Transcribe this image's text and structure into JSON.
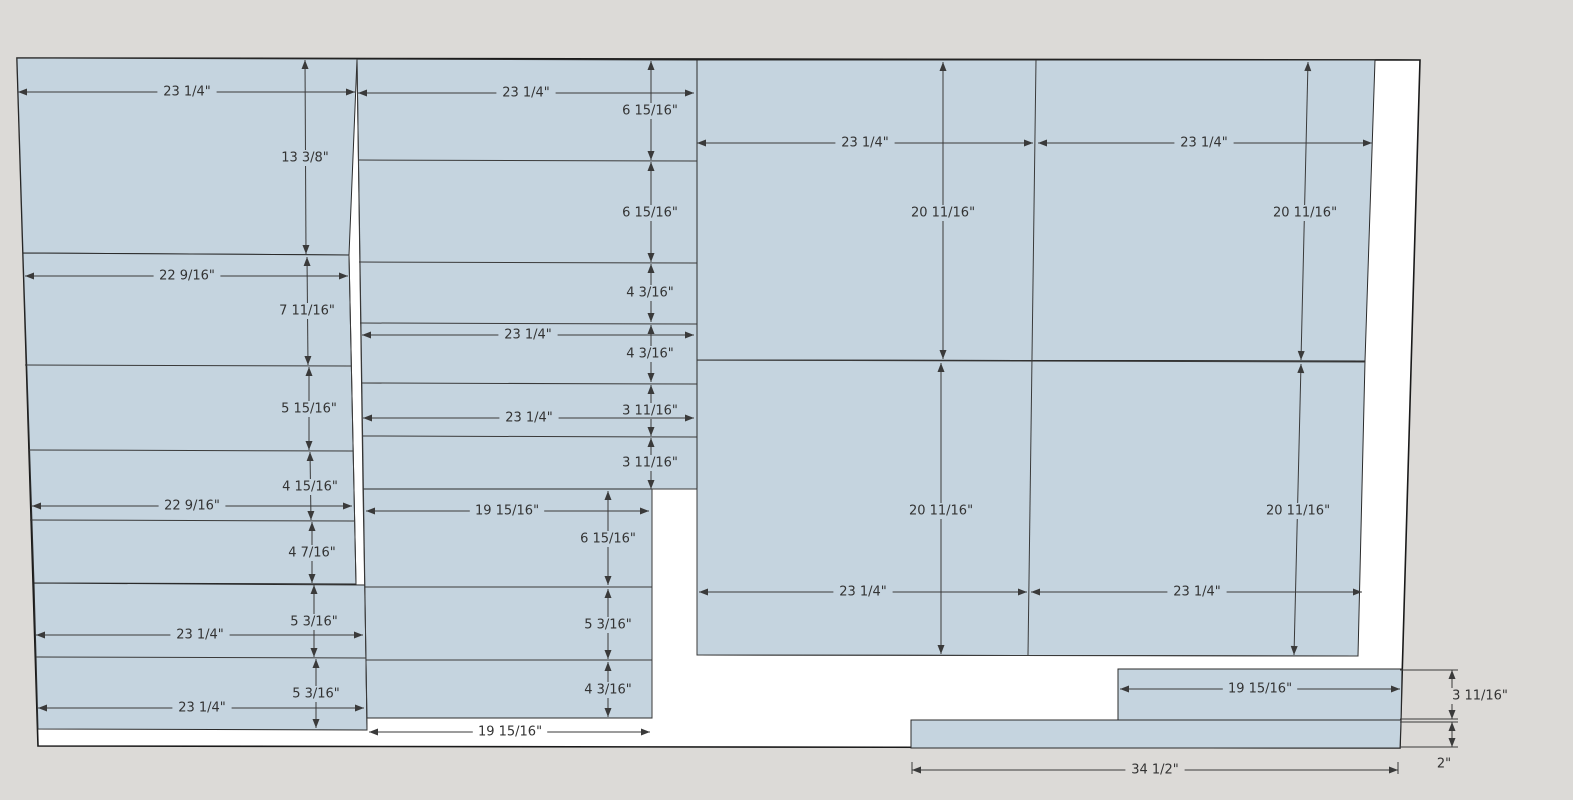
{
  "colors": {
    "background": "#dcdad7",
    "panel": "#c5d4df",
    "outline": "#1a1a1a",
    "dimension": "#3a3a3a"
  },
  "dimensions": {
    "d01": "23 1/4\"",
    "d02": "23 1/4\"",
    "d03": "13 3/8\"",
    "d04": "6 15/16\"",
    "d05": "6 15/16\"",
    "d06": "4 3/16\"",
    "d07": "4 3/16\"",
    "d08": "3 11/16\"",
    "d09": "3 11/16\"",
    "d10": "22 9/16\"",
    "d11": "7 11/16\"",
    "d12": "5 15/16\"",
    "d13": "4 15/16\"",
    "d14": "22 9/16\"",
    "d15": "4 7/16\"",
    "d16": "23 1/4\"",
    "d17": "23 1/4\"",
    "d18": "19 15/16\"",
    "d19": "6 15/16\"",
    "d20": "5 3/16\"",
    "d21": "5 3/16\"",
    "d22": "23 1/4\"",
    "d23": "5 3/16\"",
    "d24": "23 1/4\"",
    "d25": "4 3/16\"",
    "d26": "19 15/16\"",
    "d27": "23 1/4\"",
    "d28": "23 1/4\"",
    "d29": "20 11/16\"",
    "d30": "20 11/16\"",
    "d31": "20 11/16\"",
    "d32": "20 11/16\"",
    "d33": "23 1/4\"",
    "d34": "23 1/4\"",
    "d35": "19 15/16\"",
    "d36": "3 11/16\"",
    "d37": "2\"",
    "d38": "34 1/2\""
  }
}
